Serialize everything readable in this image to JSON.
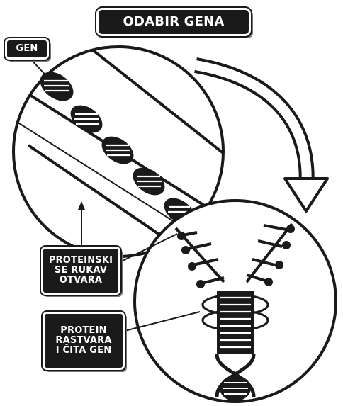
{
  "title": "ODABIR GENA",
  "labels": {
    "gene": "GEN",
    "sleeve_lines": [
      "PROTEINSKI",
      "SE RUKAV",
      "OTVARA"
    ],
    "reader_lines": [
      "PROTEIN",
      "RASTVARA",
      "I ČITA GEN"
    ]
  },
  "colors": {
    "ink": "#1a1a1a",
    "paper": "#ffffff",
    "shadow": "#777777"
  }
}
